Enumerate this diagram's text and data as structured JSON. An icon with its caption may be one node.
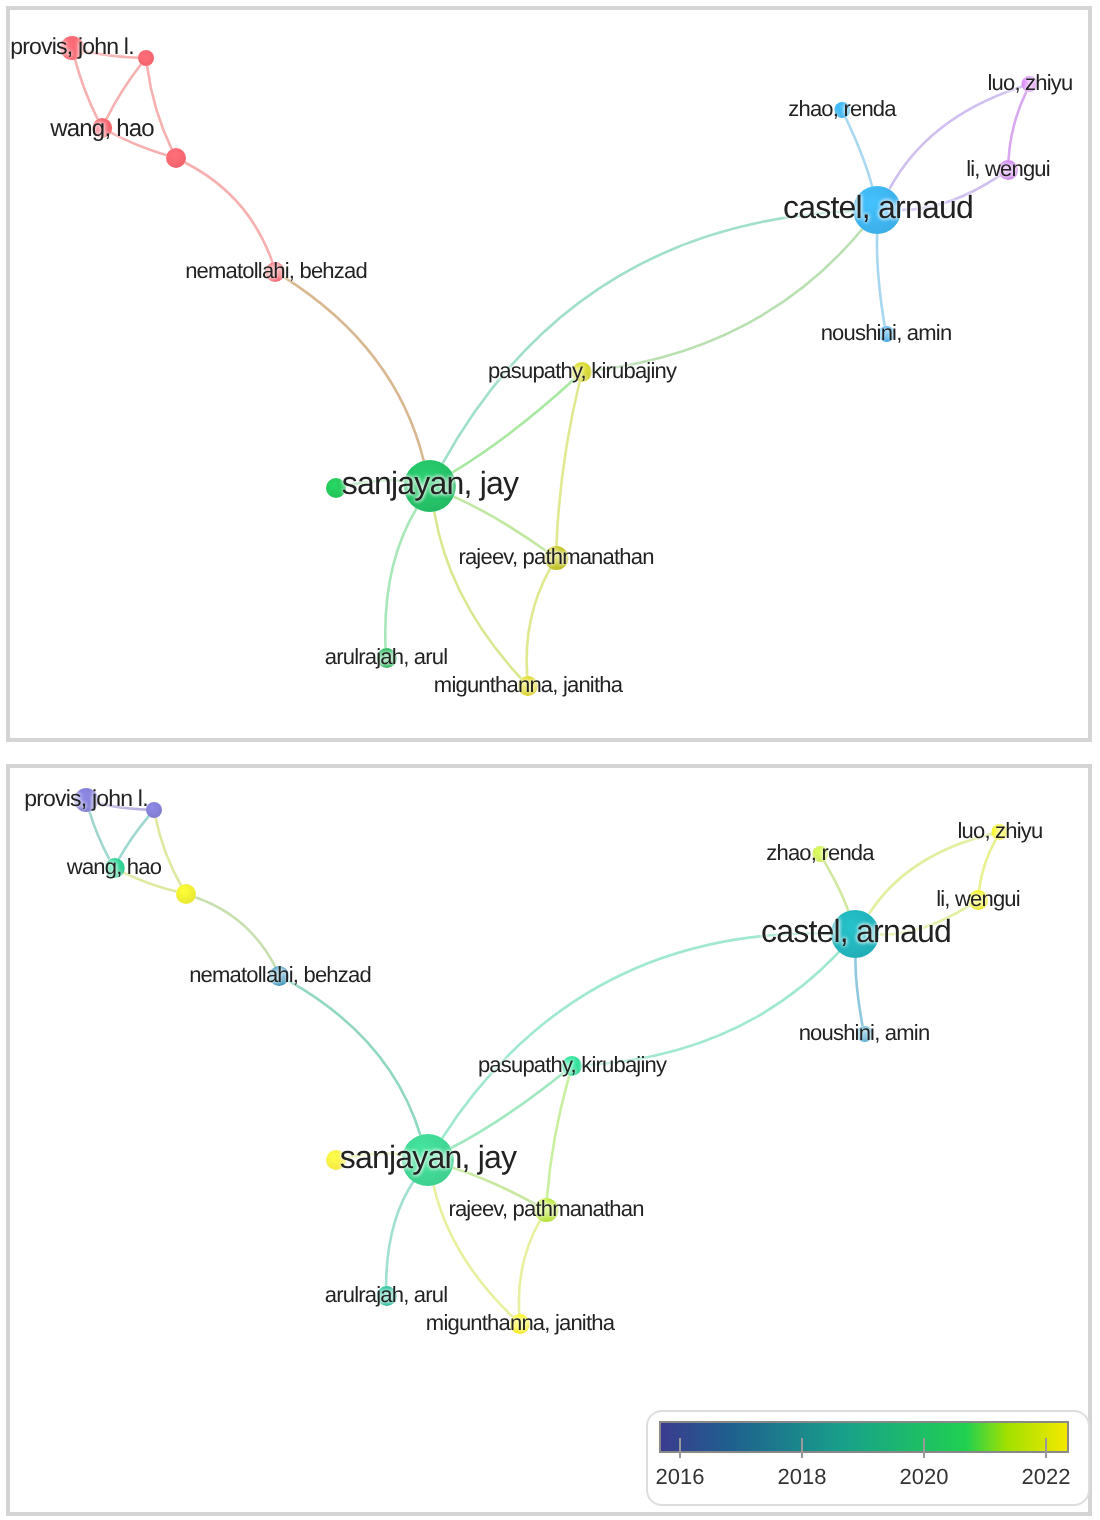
{
  "diagram": {
    "nodes": [
      {
        "text": [],
        "shape": "box"
      },
      {
        "text": [
          "provis, john l."
        ],
        "in": 0
      },
      {
        "text": [],
        "shape": "circle",
        "in": 0
      },
      {
        "text": [
          "wang, hao"
        ],
        "in": 0
      },
      {
        "text": [],
        "shape": "circle",
        "in": 0
      },
      {
        "text": [
          "zhao, renda"
        ],
        "in": 0
      },
      {
        "text": [
          "luo, zhiyu"
        ],
        "in": 0
      },
      {
        "text": [
          "li, wengui"
        ],
        "in": 0
      },
      {
        "text": [
          "castel, arnaud"
        ],
        "in": 0
      },
      {
        "text": [
          "nematollahi, behzad"
        ],
        "in": 0
      },
      {
        "text": [
          "noushini, amin"
        ],
        "in": 0
      },
      {
        "text": [
          "pasupathy, kirubajiny"
        ],
        "in": 0
      },
      {
        "text": [],
        "shape": "circle",
        "in": 0
      },
      {
        "text": [
          "sanjayan, jay"
        ],
        "in": 0
      },
      {
        "text": [
          "rajeev, pathmanathan"
        ],
        "in": 0
      },
      {
        "text": [
          "arulrajah, arul"
        ],
        "in": 0
      },
      {
        "text": [
          "migunthanna, janitha"
        ],
        "in": 0
      },
      {
        "text": [],
        "shape": "box"
      },
      {
        "text": [
          "provis, john l."
        ],
        "in": 17
      },
      {
        "text": [],
        "shape": "circle",
        "in": 17
      },
      {
        "text": [
          "wang, hao"
        ],
        "in": 17
      },
      {
        "text": [],
        "shape": "circle",
        "in": 17
      },
      {
        "text": [
          "zhao, renda"
        ],
        "in": 17
      },
      {
        "text": [
          "luo, zhiyu"
        ],
        "in": 17
      },
      {
        "text": [
          "li, wengui"
        ],
        "in": 17
      },
      {
        "text": [
          "castel, arnaud"
        ],
        "in": 17
      },
      {
        "text": [
          "nematollahi, behzad"
        ],
        "in": 17
      },
      {
        "text": [
          "noushini, amin"
        ],
        "in": 17
      },
      {
        "text": [
          "pasupathy, kirubajiny"
        ],
        "in": 17
      },
      {
        "text": [],
        "shape": "circle",
        "in": 17
      },
      {
        "text": [
          "sanjayan, jay"
        ],
        "in": 17
      },
      {
        "text": [
          "rajeev, pathmanathan"
        ],
        "in": 17
      },
      {
        "text": [
          "arulrajah, arul"
        ],
        "in": 17
      },
      {
        "text": [
          "migunthanna, janitha"
        ],
        "in": 17
      }
    ],
    "edges": [
      {
        "from": 1,
        "to": 2,
        "arrow": "none",
        "color": "#f7b0b0"
      },
      {
        "from": 1,
        "to": 3,
        "arrow": "none",
        "color": "#f7b0b0"
      },
      {
        "from": 2,
        "to": 3,
        "arrow": "none",
        "color": "#f7b0b0"
      },
      {
        "from": 2,
        "to": 4,
        "arrow": "none",
        "color": "#f7b0b0"
      },
      {
        "from": 3,
        "to": 4,
        "arrow": "none",
        "color": "#f7b0b0"
      },
      {
        "from": 4,
        "to": 9,
        "arrow": "none",
        "color": "#f7b0b0"
      },
      {
        "from": 9,
        "to": 13,
        "arrow": "none",
        "color": "#d8b890"
      },
      {
        "from": 13,
        "to": 8,
        "arrow": "none",
        "color": "#a0e0c8"
      },
      {
        "from": 11,
        "to": 8,
        "arrow": "none",
        "color": "#b8e0b0"
      },
      {
        "from": 8,
        "to": 5,
        "arrow": "none",
        "color": "#a8d8f0"
      },
      {
        "from": 8,
        "to": 6,
        "arrow": "none",
        "color": "#d0c0f0"
      },
      {
        "from": 8,
        "to": 7,
        "arrow": "none",
        "color": "#d0c0f0"
      },
      {
        "from": 6,
        "to": 7,
        "arrow": "none",
        "color": "#d8a8f0"
      },
      {
        "from": 8,
        "to": 10,
        "arrow": "none",
        "color": "#a8d8f0"
      },
      {
        "from": 13,
        "to": 11,
        "arrow": "none",
        "color": "#a8e8a0"
      },
      {
        "from": 13,
        "to": 12,
        "arrow": "none",
        "color": "#a8e8b0"
      },
      {
        "from": 13,
        "to": 14,
        "arrow": "none",
        "color": "#c0e8a0"
      },
      {
        "from": 13,
        "to": 15,
        "arrow": "none",
        "color": "#a8e8b8"
      },
      {
        "from": 13,
        "to": 16,
        "arrow": "none",
        "color": "#d8e890"
      },
      {
        "from": 11,
        "to": 14,
        "arrow": "none",
        "color": "#e0e890"
      },
      {
        "from": 14,
        "to": 16,
        "arrow": "none",
        "color": "#e0e890"
      },
      {
        "from": 18,
        "to": 19,
        "arrow": "none",
        "color": "#b8b0e0"
      },
      {
        "from": 18,
        "to": 20,
        "arrow": "none",
        "color": "#a0d8d0"
      },
      {
        "from": 19,
        "to": 20,
        "arrow": "none",
        "color": "#a0d8d0"
      },
      {
        "from": 19,
        "to": 21,
        "arrow": "none",
        "color": "#e0e8a0"
      },
      {
        "from": 20,
        "to": 21,
        "arrow": "none",
        "color": "#e0e8a0"
      },
      {
        "from": 21,
        "to": 26,
        "arrow": "none",
        "color": "#c8e0b0"
      },
      {
        "from": 26,
        "to": 30,
        "arrow": "none",
        "color": "#90d8c0"
      },
      {
        "from": 30,
        "to": 25,
        "arrow": "none",
        "color": "#a0e8d0"
      },
      {
        "from": 28,
        "to": 25,
        "arrow": "none",
        "color": "#a0e8d0"
      },
      {
        "from": 25,
        "to": 22,
        "arrow": "none",
        "color": "#d0e8a0"
      },
      {
        "from": 25,
        "to": 23,
        "arrow": "none",
        "color": "#e0f0a0"
      },
      {
        "from": 25,
        "to": 24,
        "arrow": "none",
        "color": "#e0f0a0"
      },
      {
        "from": 23,
        "to": 24,
        "arrow": "none",
        "color": "#e8f090"
      },
      {
        "from": 25,
        "to": 27,
        "arrow": "none",
        "color": "#90c8e0"
      },
      {
        "from": 30,
        "to": 28,
        "arrow": "none",
        "color": "#a0e8c0"
      },
      {
        "from": 30,
        "to": 29,
        "arrow": "none",
        "color": "#e8f0a0"
      },
      {
        "from": 30,
        "to": 31,
        "arrow": "none",
        "color": "#c8e8a0"
      },
      {
        "from": 30,
        "to": 32,
        "arrow": "none",
        "color": "#a0e0d0"
      },
      {
        "from": 30,
        "to": 33,
        "arrow": "none",
        "color": "#e8f0a0"
      },
      {
        "from": 28,
        "to": 31,
        "arrow": "none",
        "color": "#c8f0a0"
      },
      {
        "from": 31,
        "to": 33,
        "arrow": "none",
        "color": "#e8f0a0"
      }
    ],
    "labels": [
      "2016",
      "2018",
      "2020",
      "2022"
    ]
  }
}
